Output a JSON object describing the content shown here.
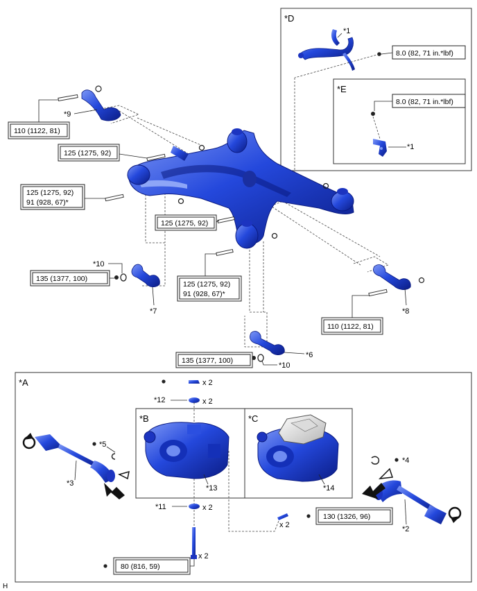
{
  "panels": {
    "D": {
      "label": "*D",
      "part1": "*1",
      "torque": "8.0 (82, 71 in.*lbf)"
    },
    "E": {
      "label": "*E",
      "part1": "*1",
      "torque": "8.0 (82, 71 in.*lbf)"
    },
    "A": {
      "label": "*A"
    },
    "B": {
      "label": "*B"
    },
    "C": {
      "label": "*C"
    }
  },
  "callouts": {
    "p9": "*9",
    "p10a": "*10",
    "p7": "*7",
    "p8": "*8",
    "p6": "*6",
    "p10b": "*10",
    "p12": "*12",
    "p5": "*5",
    "p3": "*3",
    "p13": "*13",
    "p11": "*11",
    "p14": "*14",
    "p4": "*4",
    "p2": "*2"
  },
  "quantities": {
    "q_top": "x 2",
    "q12": "x 2",
    "q11": "x 2",
    "q_bolt": "x 2",
    "q_stud": "x 2"
  },
  "torques": {
    "t110a": "110 (1122, 81)",
    "t125a": "125 (1275, 92)",
    "t125b_l1": "125 (1275, 92)",
    "t125b_l2": "91 (928, 67)*",
    "t125c": "125 (1275, 92)",
    "t135a": "135 (1377, 100)",
    "t125d_l1": "125 (1275, 92)",
    "t125d_l2": "91 (928, 67)*",
    "t110b": "110 (1122, 81)",
    "t135b": "135 (1377, 100)",
    "t130": "130 (1326, 96)",
    "t80": "80 (816, 59)"
  },
  "footer": {
    "code": "H"
  },
  "colors": {
    "part": "#1f3fd6",
    "part_dark": "#0b1f8a",
    "part_light": "#6f8cf2",
    "line": "#222222"
  }
}
